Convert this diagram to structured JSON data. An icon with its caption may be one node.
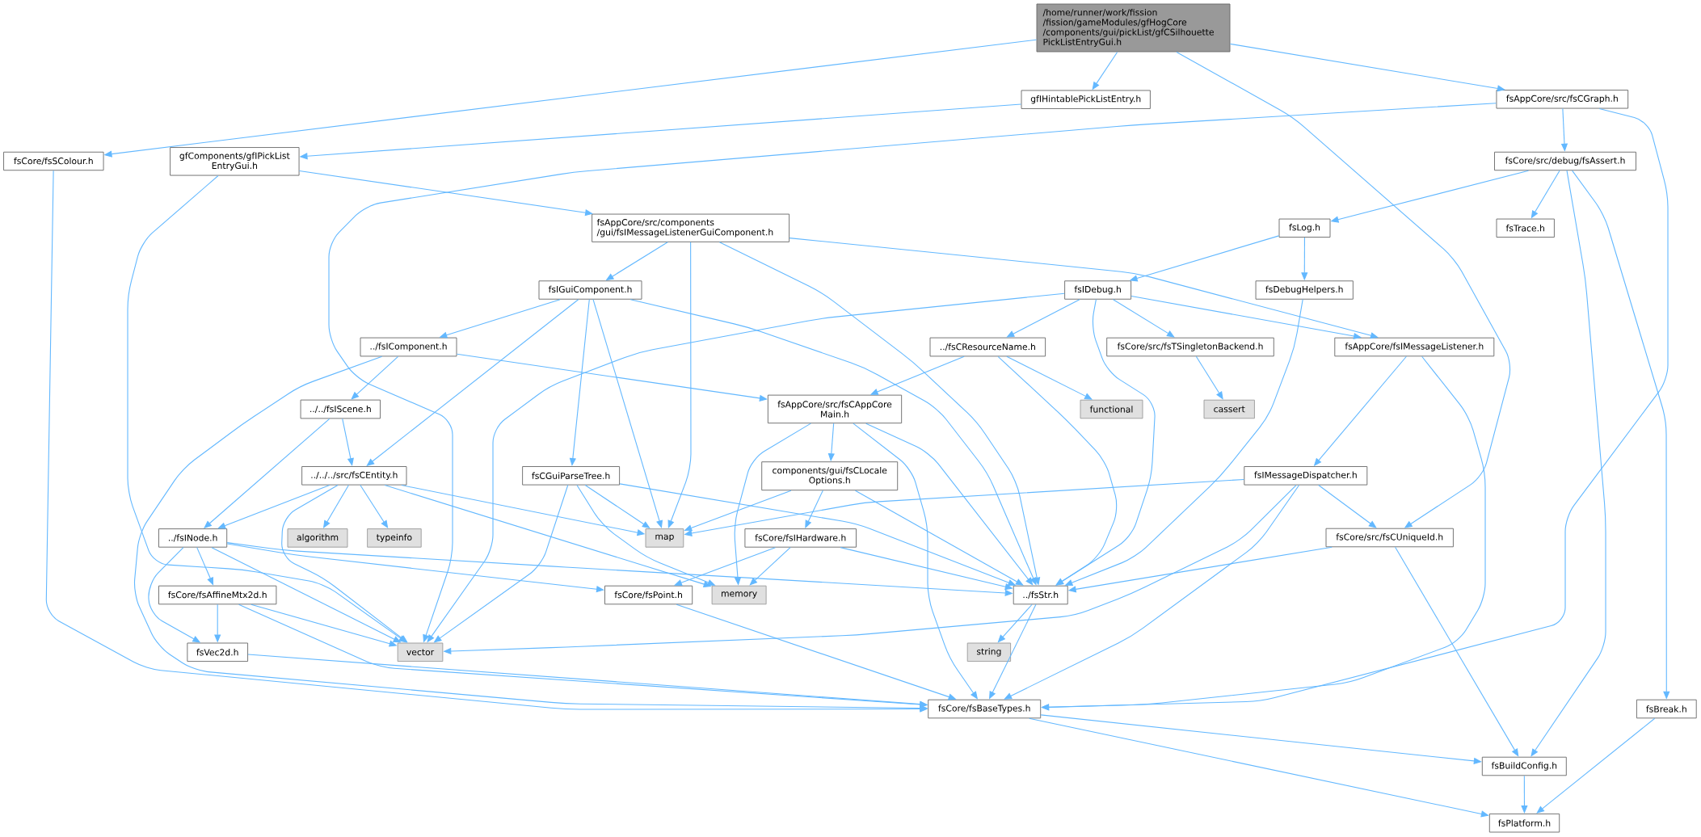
{
  "diagram": {
    "nodes": [
      {
        "text": [
          "/home/runner/work/fission /fission/gameModules/gfHogCore /components/gui/pickList/gfCSilhouette PickListEntryGui.h"
        ]
      },
      {
        "text": [
          "gfIHintablePickListEntry.h"
        ]
      },
      {
        "text": [
          "fsAppCore/src/fsCGraph.h"
        ]
      },
      {
        "text": [
          "fsCore/fsSColour.h"
        ]
      },
      {
        "text": [
          "gfComponents/gfIPickList EntryGui.h"
        ]
      },
      {
        "text": [
          "fsCore/src/debug/fsAssert.h"
        ]
      },
      {
        "text": [
          "fsAppCore/src/components /gui/fsIMessageListenerGuiComponent.h"
        ]
      },
      {
        "text": [
          "fsLog.h"
        ]
      },
      {
        "text": [
          "fsTrace.h"
        ]
      },
      {
        "text": [
          "fsIGuiComponent.h"
        ]
      },
      {
        "text": [
          "fsIDebug.h"
        ]
      },
      {
        "text": [
          "fsDebugHelpers.h"
        ]
      },
      {
        "text": [
          "../fsIComponent.h"
        ]
      },
      {
        "text": [
          "../fsCResourceName.h"
        ]
      },
      {
        "text": [
          "fsCore/src/fsTSingletonBackend.h"
        ]
      },
      {
        "text": [
          "fsAppCore/fsIMessageListener.h"
        ]
      },
      {
        "text": [
          "../../fsIScene.h"
        ]
      },
      {
        "text": [
          "fsAppCore/src/fsCAppCore Main.h"
        ]
      },
      {
        "text": [
          "functional"
        ]
      },
      {
        "text": [
          "cassert"
        ]
      },
      {
        "text": [
          "../../../src/fsCEntity.h"
        ]
      },
      {
        "text": [
          "fsCGuiParseTree.h"
        ]
      },
      {
        "text": [
          "components/gui/fsCLocale Options.h"
        ]
      },
      {
        "text": [
          "fsIMessageDispatcher.h"
        ]
      },
      {
        "text": [
          "../fsINode.h"
        ]
      },
      {
        "text": [
          "algorithm"
        ]
      },
      {
        "text": [
          "typeinfo"
        ]
      },
      {
        "text": [
          "map"
        ]
      },
      {
        "text": [
          "fsCore/fsIHardware.h"
        ]
      },
      {
        "text": [
          "fsCore/src/fsCUniqueId.h"
        ]
      },
      {
        "text": [
          "fsCore/fsAffineMtx2d.h"
        ]
      },
      {
        "text": [
          "fsCore/fsPoint.h"
        ]
      },
      {
        "text": [
          "memory"
        ]
      },
      {
        "text": [
          "../fsStr.h"
        ]
      },
      {
        "text": [
          "fsVec2d.h"
        ]
      },
      {
        "text": [
          "vector"
        ]
      },
      {
        "text": [
          "string"
        ]
      },
      {
        "text": [
          "fsCore/fsBaseTypes.h"
        ]
      },
      {
        "text": [
          "fsBreak.h"
        ]
      },
      {
        "text": [
          "fsBuildConfig.h"
        ]
      },
      {
        "text": [
          "fsPlatform.h"
        ]
      }
    ],
    "edges": [
      {
        "from": 0,
        "to": 3,
        "arrow": "to"
      },
      {
        "from": 0,
        "to": 1,
        "arrow": "to"
      },
      {
        "from": 0,
        "to": 2,
        "arrow": "to"
      },
      {
        "from": 0,
        "to": 29,
        "arrow": "to"
      },
      {
        "from": 1,
        "to": 4,
        "arrow": "to"
      },
      {
        "from": 2,
        "to": 35,
        "arrow": "to"
      },
      {
        "from": 2,
        "to": 5,
        "arrow": "to"
      },
      {
        "from": 2,
        "to": 37,
        "arrow": "to"
      },
      {
        "from": 3,
        "to": 37,
        "arrow": "to"
      },
      {
        "from": 4,
        "to": 35,
        "arrow": "to"
      },
      {
        "from": 4,
        "to": 6,
        "arrow": "to"
      },
      {
        "from": 5,
        "to": 7,
        "arrow": "to"
      },
      {
        "from": 5,
        "to": 8,
        "arrow": "to"
      },
      {
        "from": 5,
        "to": 39,
        "arrow": "to"
      },
      {
        "from": 5,
        "to": 38,
        "arrow": "to"
      },
      {
        "from": 6,
        "to": 9,
        "arrow": "to"
      },
      {
        "from": 6,
        "to": 27,
        "arrow": "to"
      },
      {
        "from": 6,
        "to": 33,
        "arrow": "to"
      },
      {
        "from": 6,
        "to": 15,
        "arrow": "to"
      },
      {
        "from": 7,
        "to": 10,
        "arrow": "to"
      },
      {
        "from": 7,
        "to": 11,
        "arrow": "to"
      },
      {
        "from": 9,
        "to": 12,
        "arrow": "to"
      },
      {
        "from": 9,
        "to": 20,
        "arrow": "to"
      },
      {
        "from": 9,
        "to": 21,
        "arrow": "to"
      },
      {
        "from": 9,
        "to": 27,
        "arrow": "to"
      },
      {
        "from": 9,
        "to": 33,
        "arrow": "to"
      },
      {
        "from": 10,
        "to": 35,
        "arrow": "to"
      },
      {
        "from": 10,
        "to": 13,
        "arrow": "to"
      },
      {
        "from": 10,
        "to": 14,
        "arrow": "to"
      },
      {
        "from": 10,
        "to": 15,
        "arrow": "to"
      },
      {
        "from": 10,
        "to": 33,
        "arrow": "to"
      },
      {
        "from": 11,
        "to": 33,
        "arrow": "to"
      },
      {
        "from": 12,
        "to": 16,
        "arrow": "to"
      },
      {
        "from": 12,
        "to": 17,
        "arrow": "to"
      },
      {
        "from": 12,
        "to": 37,
        "arrow": "to"
      },
      {
        "from": 13,
        "to": 17,
        "arrow": "to"
      },
      {
        "from": 13,
        "to": 18,
        "arrow": "to"
      },
      {
        "from": 13,
        "to": 33,
        "arrow": "to"
      },
      {
        "from": 14,
        "to": 19,
        "arrow": "to"
      },
      {
        "from": 15,
        "to": 23,
        "arrow": "to"
      },
      {
        "from": 15,
        "to": 37,
        "arrow": "to"
      },
      {
        "from": 16,
        "to": 20,
        "arrow": "to"
      },
      {
        "from": 16,
        "to": 24,
        "arrow": "to"
      },
      {
        "from": 17,
        "to": 22,
        "arrow": "to"
      },
      {
        "from": 17,
        "to": 32,
        "arrow": "to"
      },
      {
        "from": 17,
        "to": 33,
        "arrow": "to"
      },
      {
        "from": 17,
        "to": 37,
        "arrow": "to"
      },
      {
        "from": 20,
        "to": 24,
        "arrow": "to"
      },
      {
        "from": 20,
        "to": 25,
        "arrow": "to"
      },
      {
        "from": 20,
        "to": 26,
        "arrow": "to"
      },
      {
        "from": 20,
        "to": 35,
        "arrow": "to"
      },
      {
        "from": 20,
        "to": 27,
        "arrow": "to"
      },
      {
        "from": 20,
        "to": 32,
        "arrow": "to"
      },
      {
        "from": 21,
        "to": 35,
        "arrow": "to"
      },
      {
        "from": 21,
        "to": 27,
        "arrow": "to"
      },
      {
        "from": 21,
        "to": 32,
        "arrow": "to"
      },
      {
        "from": 21,
        "to": 33,
        "arrow": "to"
      },
      {
        "from": 22,
        "to": 27,
        "arrow": "to"
      },
      {
        "from": 22,
        "to": 28,
        "arrow": "to"
      },
      {
        "from": 22,
        "to": 33,
        "arrow": "to"
      },
      {
        "from": 23,
        "to": 27,
        "arrow": "to"
      },
      {
        "from": 23,
        "to": 29,
        "arrow": "to"
      },
      {
        "from": 23,
        "to": 35,
        "arrow": "to"
      },
      {
        "from": 23,
        "to": 37,
        "arrow": "to"
      },
      {
        "from": 24,
        "to": 30,
        "arrow": "to"
      },
      {
        "from": 24,
        "to": 34,
        "arrow": "to"
      },
      {
        "from": 24,
        "to": 35,
        "arrow": "to"
      },
      {
        "from": 24,
        "to": 33,
        "arrow": "to"
      },
      {
        "from": 24,
        "to": 31,
        "arrow": "to"
      },
      {
        "from": 28,
        "to": 31,
        "arrow": "to"
      },
      {
        "from": 28,
        "to": 32,
        "arrow": "to"
      },
      {
        "from": 28,
        "to": 33,
        "arrow": "to"
      },
      {
        "from": 29,
        "to": 33,
        "arrow": "to"
      },
      {
        "from": 29,
        "to": 39,
        "arrow": "to"
      },
      {
        "from": 30,
        "to": 34,
        "arrow": "to"
      },
      {
        "from": 30,
        "to": 35,
        "arrow": "to"
      },
      {
        "from": 30,
        "to": 37,
        "arrow": "to"
      },
      {
        "from": 31,
        "to": 37,
        "arrow": "to"
      },
      {
        "from": 33,
        "to": 36,
        "arrow": "to"
      },
      {
        "from": 33,
        "to": 37,
        "arrow": "to"
      },
      {
        "from": 34,
        "to": 37,
        "arrow": "to"
      },
      {
        "from": 37,
        "to": 39,
        "arrow": "to"
      },
      {
        "from": 37,
        "to": 40,
        "arrow": "to"
      },
      {
        "from": 38,
        "to": 40,
        "arrow": "to"
      },
      {
        "from": 39,
        "to": 40,
        "arrow": "to"
      }
    ]
  }
}
